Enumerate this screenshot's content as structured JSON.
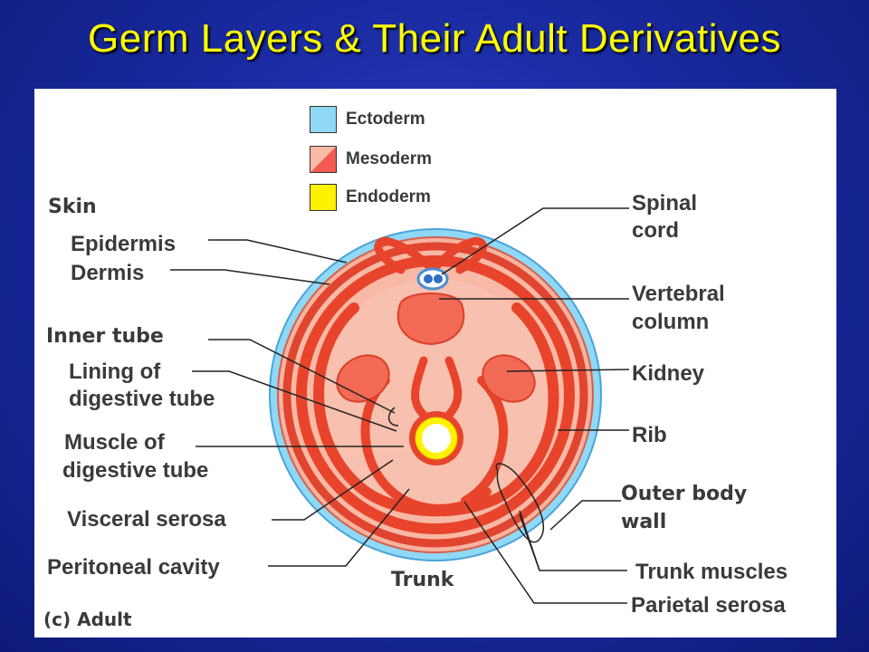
{
  "title": "Germ Layers & Their Adult Derivatives",
  "legend": [
    {
      "label": "Ectoderm",
      "color": "#8fd8f6"
    },
    {
      "label": "Mesoderm",
      "color": "#f25a52"
    },
    {
      "label": "Endoderm",
      "color": "#fff200"
    }
  ],
  "labels": {
    "skin": "Skin",
    "epidermis": "Epidermis",
    "dermis": "Dermis",
    "inner_tube": "Inner tube",
    "lining_1": "Lining of",
    "lining_2": "digestive tube",
    "muscle_1": "Muscle of",
    "muscle_2": "digestive tube",
    "visceral_serosa": "Visceral serosa",
    "peritoneal_cavity": "Peritoneal cavity",
    "caption": "(c) Adult",
    "spinal_1": "Spinal",
    "spinal_2": "cord",
    "vertebral_1": "Vertebral",
    "vertebral_2": "column",
    "kidney": "Kidney",
    "rib": "Rib",
    "outer_1": "Outer body",
    "outer_2": "wall",
    "trunk_muscles": "Trunk muscles",
    "parietal_serosa": "Parietal serosa",
    "trunk": "Trunk"
  }
}
